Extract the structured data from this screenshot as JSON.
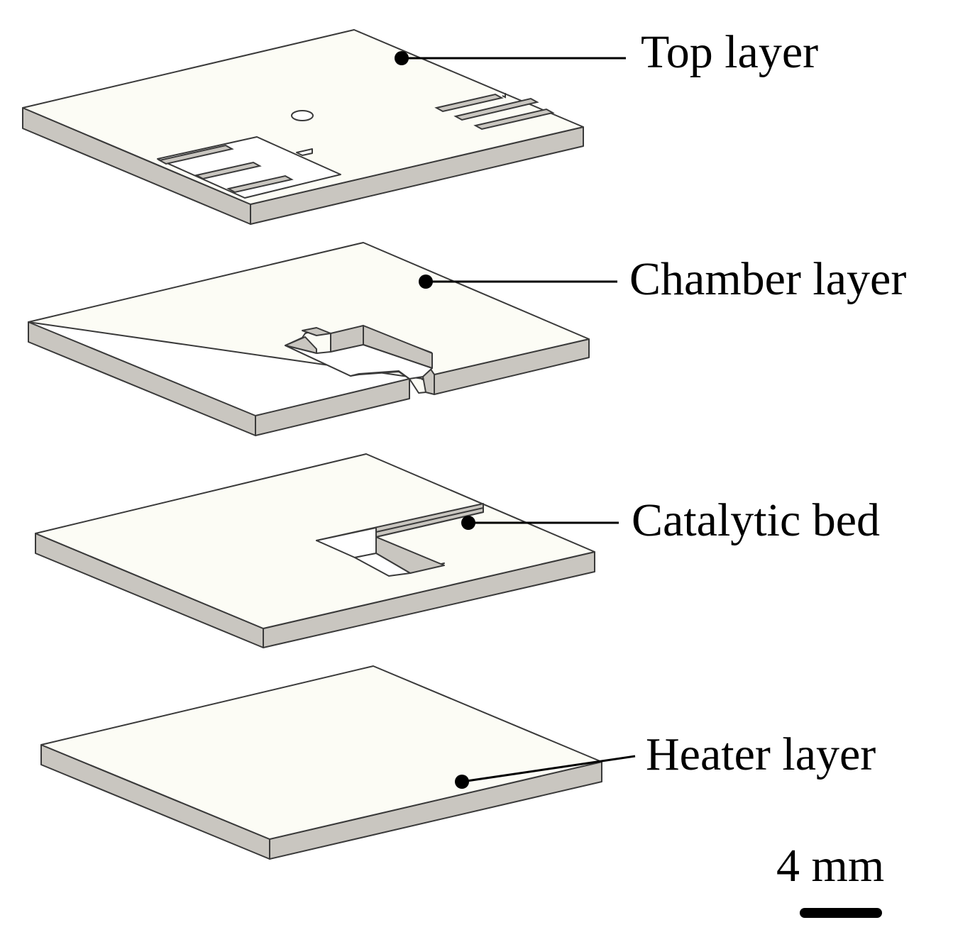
{
  "figure": {
    "layers": [
      {
        "id": "top",
        "label": "Top layer"
      },
      {
        "id": "chamber",
        "label": "Chamber layer"
      },
      {
        "id": "catalytic",
        "label": "Catalytic bed"
      },
      {
        "id": "heater",
        "label": "Heater layer"
      }
    ],
    "scale_bar": {
      "label": "4 mm"
    }
  },
  "colors": {
    "plate_top": "#fcfcf5",
    "plate_side": "#c9c6c0",
    "edge": "#3a3a3a",
    "text": "#000000"
  }
}
